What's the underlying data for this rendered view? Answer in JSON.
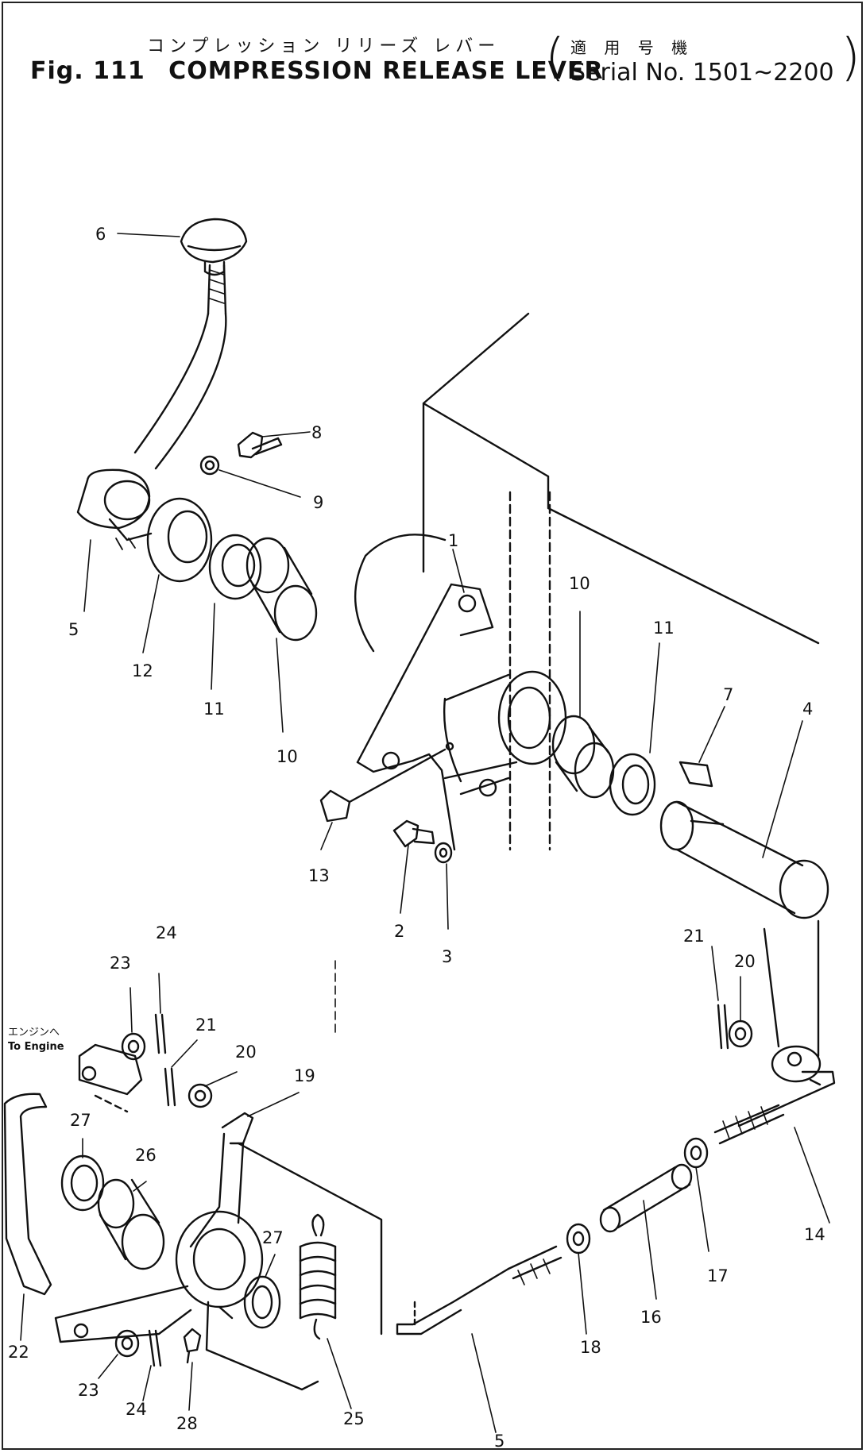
{
  "title": {
    "japanese": "コンプレッション リリーズ レバー",
    "fig_label": "Fig. 111",
    "english": "COMPRESSION RELEASE LEVER",
    "serial_japanese": "適 用 号 機",
    "serial": "Serial No. 1501~2200",
    "paren_open": "(",
    "paren_close": ")"
  },
  "note": {
    "japanese": "エンジンへ",
    "english": "To Engine"
  },
  "callouts": [
    "1",
    "2",
    "3",
    "4",
    "5",
    "5",
    "6",
    "7",
    "8",
    "9",
    "10",
    "10",
    "11",
    "11",
    "12",
    "13",
    "14",
    "16",
    "17",
    "18",
    "19",
    "20",
    "20",
    "21",
    "21",
    "22",
    "23",
    "23",
    "24",
    "24",
    "25",
    "26",
    "27",
    "27",
    "28"
  ]
}
